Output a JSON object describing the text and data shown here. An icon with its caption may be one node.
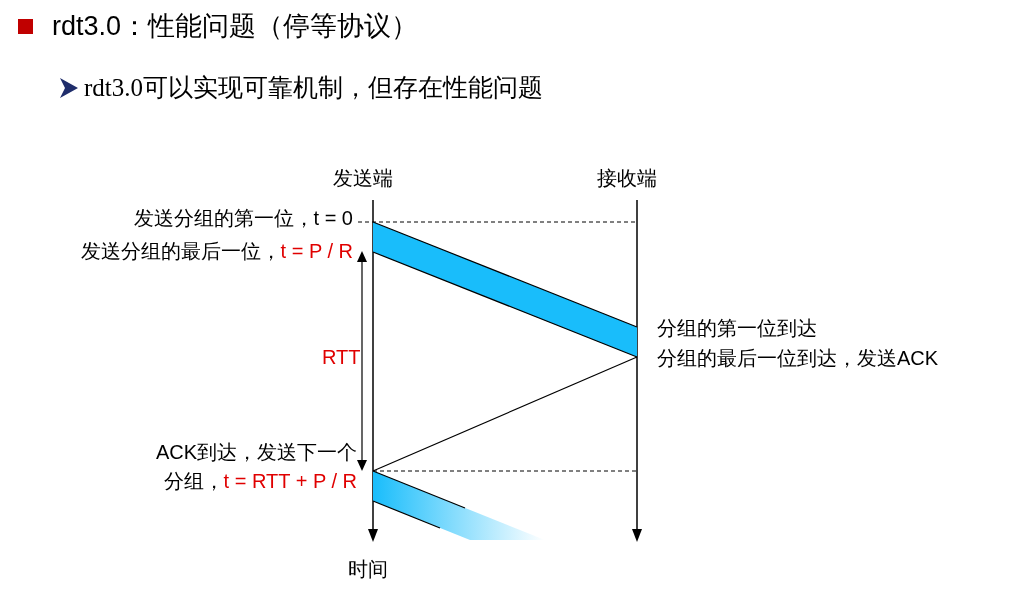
{
  "diagram": {
    "title": "rdt3.0：性能问题（停等协议）",
    "labels": [
      "rdt3.0可以实现可靠机制，但存在性能问题",
      "发送端",
      "接收端",
      "发送分组的第一位，t = 0",
      "发送分组的最后一位，",
      "t = P / R",
      "RTT",
      "分组的第一位到达",
      "分组的最后一位到达，发送ACK",
      "ACK到达，发送下一个分组，",
      "t = RTT + P / R",
      "时间"
    ]
  }
}
